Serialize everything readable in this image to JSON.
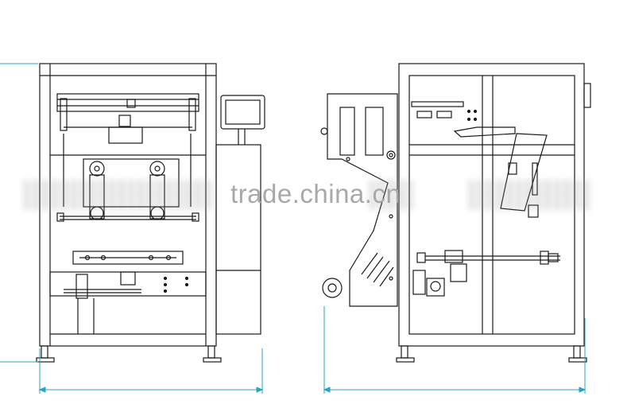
{
  "watermark": {
    "text": "trade.china.cn"
  },
  "colors": {
    "line": "#1a1a1a",
    "dimension": "#29a3c4",
    "screen": "#ffffff",
    "background": "#ffffff"
  },
  "views": [
    {
      "id": "front-view"
    },
    {
      "id": "side-view"
    }
  ]
}
